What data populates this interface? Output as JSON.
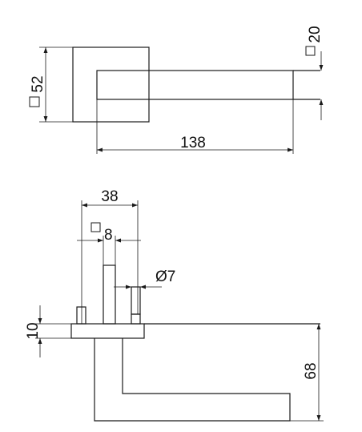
{
  "top_view": {
    "rose_size": "52",
    "lever_section": "20",
    "lever_length": "138"
  },
  "side_view": {
    "rose_width": "38",
    "spindle_size": "8",
    "screw_diameter": "Ø7",
    "rose_thickness": "10",
    "lever_height": "68"
  },
  "colors": {
    "line": "#1a1a1a",
    "background": "#ffffff"
  }
}
